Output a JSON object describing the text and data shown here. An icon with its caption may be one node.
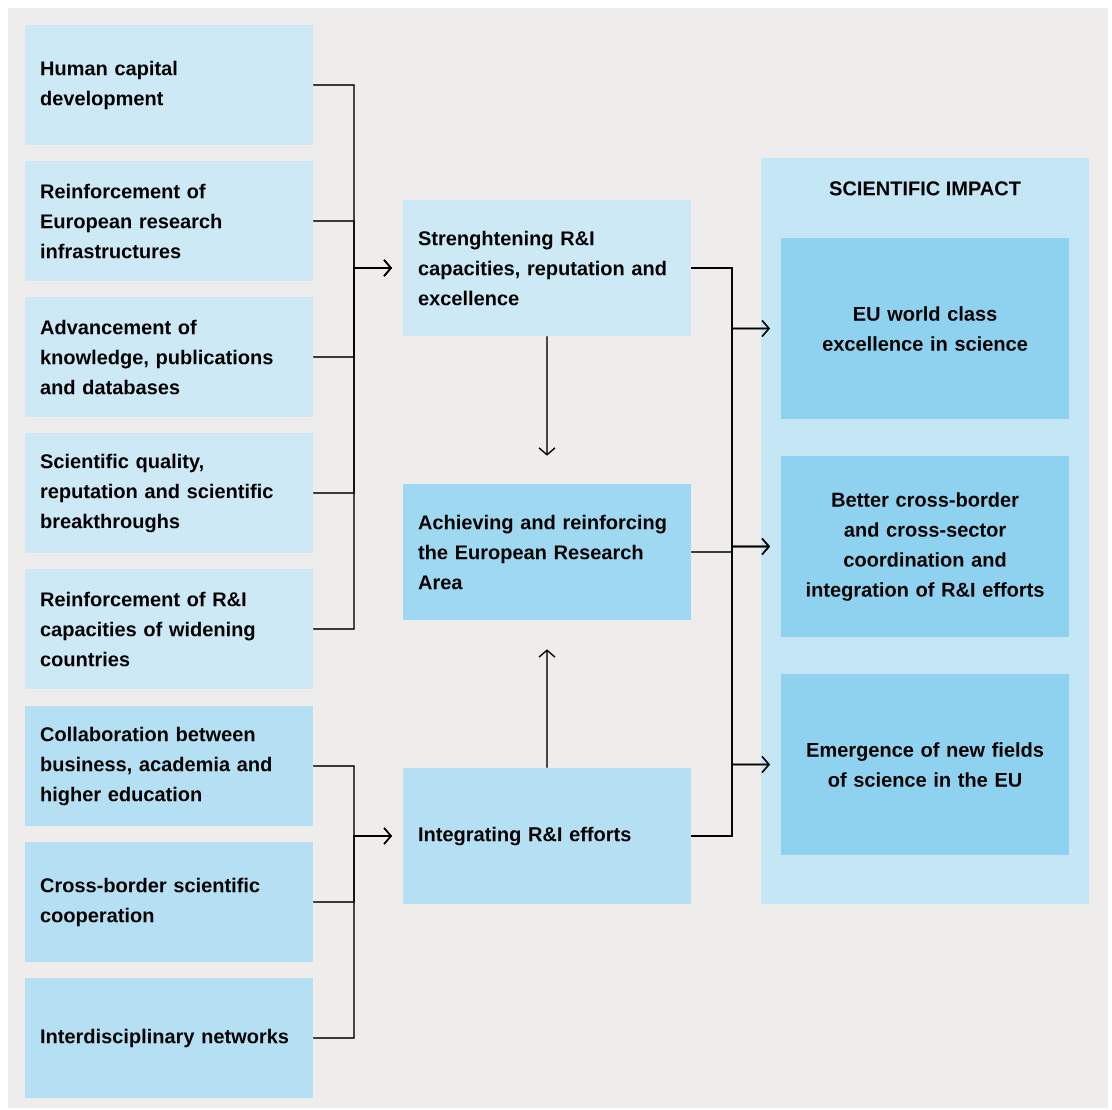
{
  "diagram": {
    "nodes": [
      {
        "text": [
          "Human capital development"
        ]
      },
      {
        "text": [
          "Reinforcement of European research infrastructures"
        ]
      },
      {
        "text": [
          "Advancement of knowledge, publications and databases"
        ]
      },
      {
        "text": [
          "Scientific quality, reputation and scientific breakthroughs"
        ]
      },
      {
        "text": [
          "Reinforcement of R&I capacities of widening countries"
        ]
      },
      {
        "text": [
          "Collaboration between business, academia and higher education"
        ]
      },
      {
        "text": [
          "Cross-border scientific cooperation"
        ]
      },
      {
        "text": [
          "Interdisciplinary networks"
        ]
      },
      {
        "text": [
          "Strenghtening R&I capacities, reputation and excellence"
        ]
      },
      {
        "text": [
          "Achieving and reinforcing the European Research Area"
        ]
      },
      {
        "text": [
          "Integrating R&I efforts"
        ]
      },
      {
        "text": [
          "SCIENTIFIC IMPACT"
        ]
      },
      {
        "text": [
          "EU world class excellence in science"
        ],
        "in": 11
      },
      {
        "text": [
          "Better cross-border and cross-sector coordination and integration of R&I efforts"
        ],
        "in": 11
      },
      {
        "text": [
          "Emergence of new fields of science in the EU"
        ],
        "in": 11
      }
    ],
    "edges": [
      {
        "from": 0,
        "to": 8,
        "arrow": "to"
      },
      {
        "from": 1,
        "to": 8,
        "arrow": "to"
      },
      {
        "from": 2,
        "to": 8,
        "arrow": "to"
      },
      {
        "from": 3,
        "to": 8,
        "arrow": "to"
      },
      {
        "from": 4,
        "to": 8,
        "arrow": "to"
      },
      {
        "from": 5,
        "to": 10,
        "arrow": "to"
      },
      {
        "from": 6,
        "to": 10,
        "arrow": "to"
      },
      {
        "from": 7,
        "to": 10,
        "arrow": "to"
      },
      {
        "from": 8,
        "to": 9,
        "arrow": "to"
      },
      {
        "from": 10,
        "to": 9,
        "arrow": "to"
      },
      {
        "from": 8,
        "to": 12,
        "arrow": "to"
      },
      {
        "from": 8,
        "to": 13,
        "arrow": "to"
      },
      {
        "from": 8,
        "to": 14,
        "arrow": "to"
      },
      {
        "from": 10,
        "to": 12,
        "arrow": "to"
      },
      {
        "from": 10,
        "to": 13,
        "arrow": "to"
      },
      {
        "from": 10,
        "to": 14,
        "arrow": "to"
      },
      {
        "from": 9,
        "to": 13,
        "arrow": "to"
      }
    ]
  }
}
